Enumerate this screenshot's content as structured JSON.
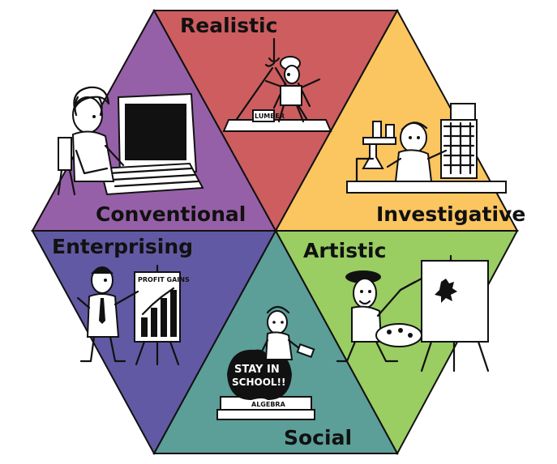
{
  "diagram": {
    "sections": [
      {
        "id": "realistic",
        "label": "Realistic",
        "color": "#cd5d5f",
        "icon": "construction-worker-illustration"
      },
      {
        "id": "investigative",
        "label": "Investigative",
        "color": "#fbc560",
        "icon": "scientist-illustration"
      },
      {
        "id": "artistic",
        "label": "Artistic",
        "color": "#9acd62",
        "icon": "painter-illustration"
      },
      {
        "id": "social",
        "label": "Social",
        "color": "#5c9e98",
        "icon": "student-illustration"
      },
      {
        "id": "enterprising",
        "label": "Enterprising",
        "color": "#6259a4",
        "icon": "presenter-illustration"
      },
      {
        "id": "conventional",
        "label": "Conventional",
        "color": "#9660a8",
        "icon": "typist-illustration"
      }
    ],
    "captions": {
      "profit_chart": "PROFIT GAINS",
      "apple_text_1": "STAY IN",
      "apple_text_2": "SCHOOL!!",
      "book_text": "ALGEBRA",
      "box_text": "LUMBER"
    },
    "outline_color": "#111111"
  }
}
